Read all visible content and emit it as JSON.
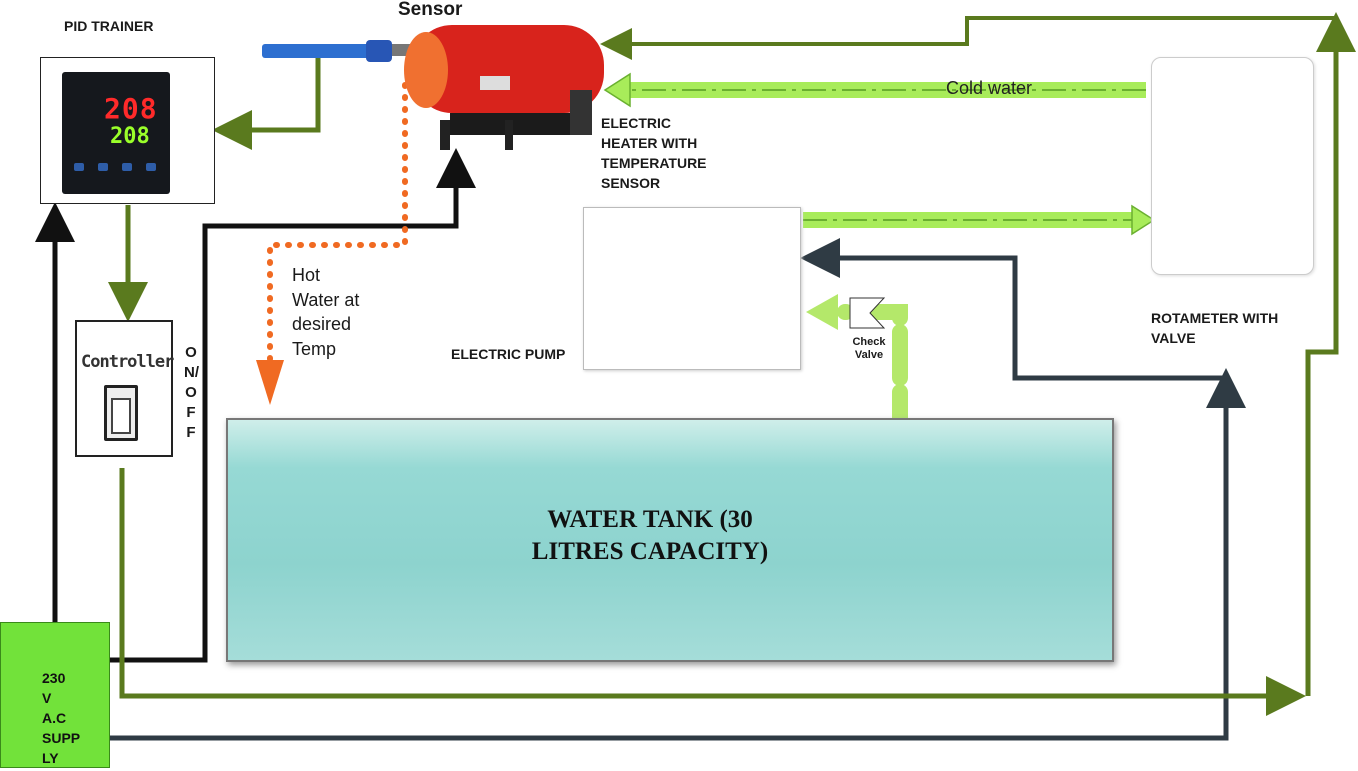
{
  "labels": {
    "pid_trainer": "PID TRAINER",
    "sensor": "Sensor",
    "heater": "ELECTRIC\nHEATER WITH\nTEMPERATURE\nSENSOR",
    "pump": "ELECTRIC PUMP",
    "rotameter": "ROTAMETER WITH\nVALVE",
    "hot_water": "Hot\nWater at\ndesired\nTemp",
    "on_off": "ON/OFF",
    "check_valve": "Check\nValve",
    "cold_water": "Cold water",
    "supply": "230\nV\nA.C\nSUPP\nLY",
    "tank": "WATER TANK (30\nLITRES CAPACITY)",
    "controller": "Controller"
  },
  "pid_display": {
    "pv": "208",
    "sv": "208"
  },
  "colors": {
    "power_line": "#111111",
    "control_line": "#5a7a1e",
    "cold_water_flow": "#a8ec5a",
    "hot_water_flow": "#f06a22",
    "pump_return_line": "#2f3b44",
    "supply_box": "#72e23a",
    "heater": "#d8231c",
    "tank_water": "#8dd3ce"
  }
}
